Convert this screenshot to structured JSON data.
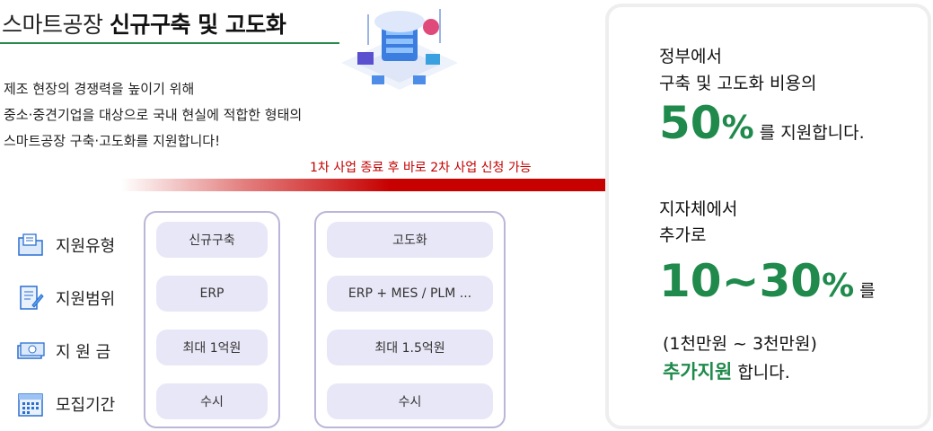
{
  "header": {
    "title_light": "스마트공장 ",
    "title_bold": "신규구축 및 고도화"
  },
  "description": [
    "제조 현장의 경쟁력을 높이기 위해",
    "중소·중견기업을 대상으로 국내 현실에 적합한 형태의",
    "스마트공장 구축·고도화를 지원합니다!"
  ],
  "arrow_text": "1차 사업 종료 후 바로 2차 사업 신청 가능",
  "labels": [
    {
      "text": "지원유형",
      "icon": "folder-icon"
    },
    {
      "text": "지원범위",
      "icon": "document-edit-icon"
    },
    {
      "text": "지 원 금",
      "icon": "money-icon"
    },
    {
      "text": "모집기간",
      "icon": "calendar-icon"
    }
  ],
  "columns": [
    {
      "items": [
        "신규구축",
        "ERP",
        "최대 1억원",
        "수시"
      ]
    },
    {
      "items": [
        "고도화",
        "ERP + MES / PLM ...",
        "최대 1.5억원",
        "수시"
      ]
    }
  ],
  "panel": {
    "line1": "정부에서",
    "line2": "구축 및 고도화 비용의",
    "pct1_num": "50",
    "pct1_sign": "%",
    "pct1_suffix": "를 지원합니다.",
    "line3": "지자체에서",
    "line4": "추가로",
    "pct2_num": "10~30",
    "pct2_sign": "%",
    "pct2_suffix": "를",
    "range": "(1천만원 ~ 3천만원)",
    "highlight": "추가지원",
    "end": "합니다."
  },
  "colors": {
    "accent_green": "#1f8a4c",
    "arrow_red": "#c70000",
    "pill_bg": "#e8e7f7",
    "column_border": "#b9b6d8"
  }
}
